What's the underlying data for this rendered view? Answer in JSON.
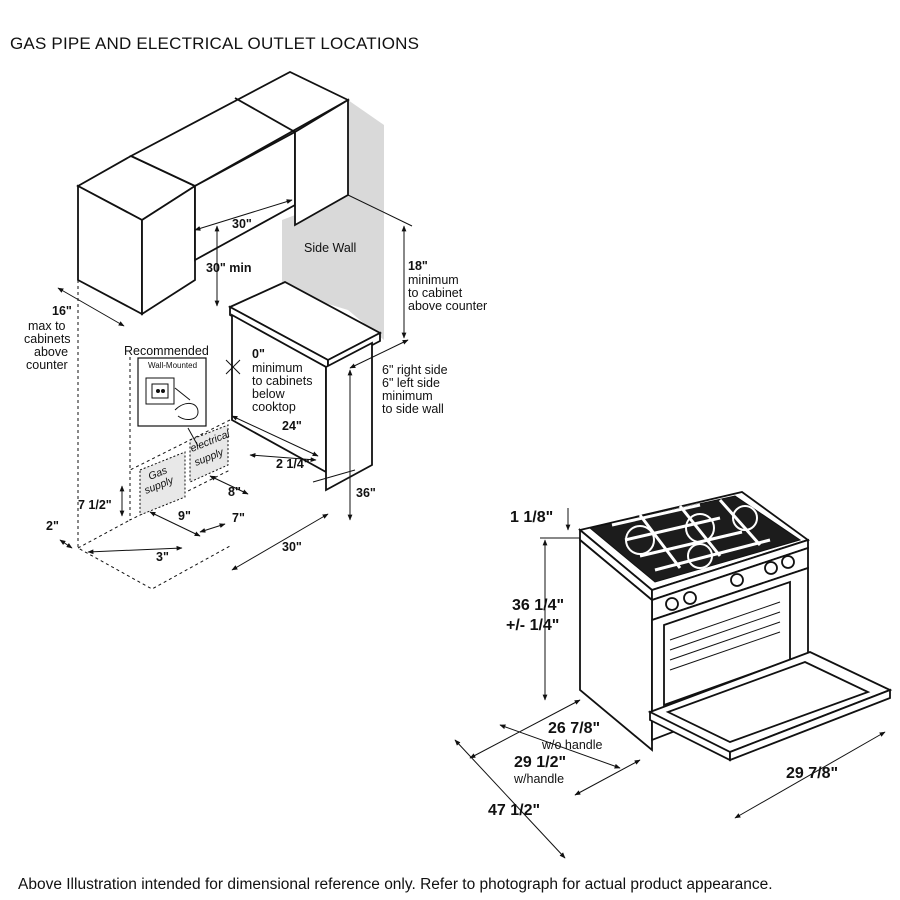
{
  "title": "GAS PIPE AND ELECTRICAL OUTLET LOCATIONS",
  "footer": "Above Illustration intended for dimensional reference only. Refer to photograph for actual product appearance.",
  "left_diagram": {
    "side_wall": "Side Wall",
    "dim_30_top": "30\"",
    "dim_30_min": "30\" min",
    "dim_18": "18\"",
    "dim_18_note": [
      "minimum",
      "to cabinet",
      "above counter"
    ],
    "dim_16": "16\"",
    "dim_16_note": [
      "max to",
      "cabinets",
      "above",
      "counter"
    ],
    "recommended": "Recommended",
    "wall_mounted": "Wall-Mounted",
    "dim_0": "0\"",
    "dim_0_note": [
      "minimum",
      "to cabinets",
      "below",
      "cooktop"
    ],
    "dim_6": [
      "6\" right side",
      "6\" left side",
      "minimum",
      "to side wall"
    ],
    "dim_24": "24\"",
    "dim_2_1_4": "2 1/4\"",
    "electrical_supply": [
      "electrical",
      "supply"
    ],
    "gas_supply": [
      "Gas",
      "supply"
    ],
    "dim_8": "8\"",
    "dim_7_1_2": "7 1/2\"",
    "dim_9": "9\"",
    "dim_7": "7\"",
    "dim_36": "36\"",
    "dim_2": "2\"",
    "dim_3": "3\"",
    "dim_30_bottom": "30\""
  },
  "right_diagram": {
    "dim_1_1_8": "1 1/8\"",
    "dim_height": "36 1/4\"",
    "dim_height_tol": "+/- 1/4\"",
    "dim_26_7_8": "26 7/8\"",
    "dim_26_note": "w/o handle",
    "dim_29_1_2": "29 1/2\"",
    "dim_29_note": "w/handle",
    "dim_47_1_2": "47 1/2\"",
    "dim_29_7_8": "29 7/8\""
  }
}
